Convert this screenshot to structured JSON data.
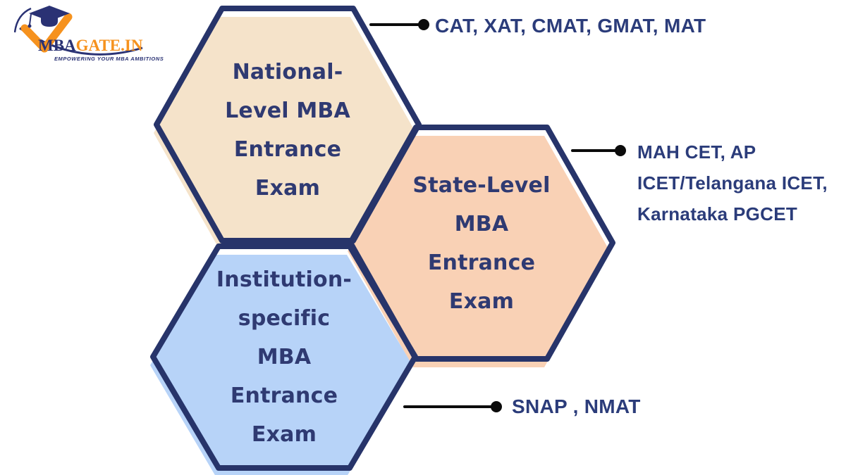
{
  "logo": {
    "brand_mba": "MBA",
    "brand_rest": "GATE.IN",
    "tagline": "EMPOWERING YOUR MBA AMBITIONS"
  },
  "hexagons": [
    {
      "id": "national",
      "fill": "#F5E3CA",
      "lines": [
        "National-",
        "Level MBA",
        "Entrance",
        "Exam"
      ]
    },
    {
      "id": "state",
      "fill": "#F9D1B5",
      "lines": [
        "State-Level",
        "MBA",
        "Entrance",
        "Exam"
      ]
    },
    {
      "id": "institution",
      "fill": "#B7D3F8",
      "lines": [
        "Institution-",
        "specific",
        "MBA",
        "Entrance",
        "Exam"
      ]
    }
  ],
  "callouts": [
    {
      "for": "national",
      "text": "CAT, XAT, CMAT, GMAT, MAT"
    },
    {
      "for": "state",
      "lines": [
        "MAH CET, AP",
        "ICET/Telangana ICET,",
        "Karnataka PGCET"
      ]
    },
    {
      "for": "institution",
      "text": "SNAP , NMAT"
    }
  ],
  "colors": {
    "hexagon_border": "#27346A",
    "hexagon_text": "#2F3A72",
    "callout_text": "#2B3C7A",
    "connector": "#0B0B0B",
    "logo_navy": "#2A3274",
    "logo_orange": "#F6921E",
    "background": "#FFFFFF"
  }
}
